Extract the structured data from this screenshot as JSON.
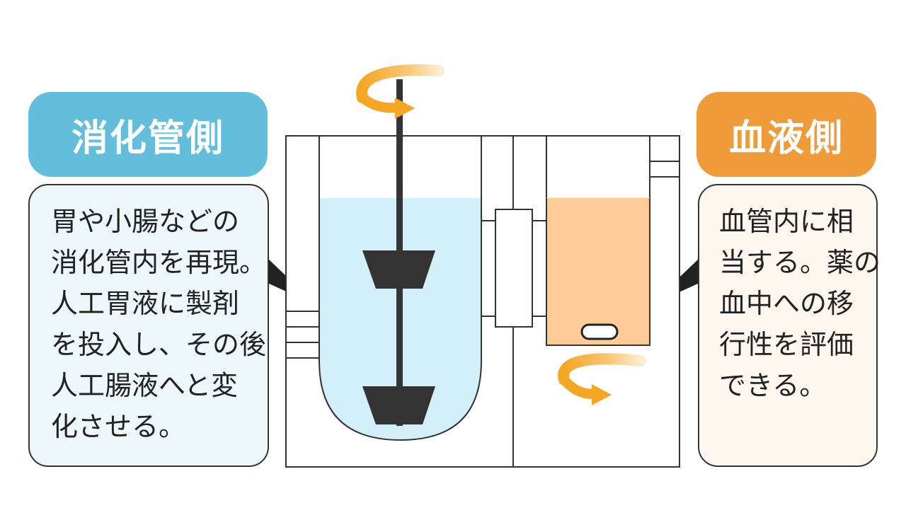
{
  "digestive": {
    "title": "消化管側",
    "lines": [
      "胃や小腸などの",
      "消化管内を再現。",
      "人工胃液に製剤",
      "を投入し、その後",
      "人工腸液へと変",
      "化させる。"
    ]
  },
  "blood": {
    "title": "血液側",
    "lines": [
      "血管内に相",
      "当する。薬の",
      "血中への移",
      "行性を評価",
      "できる。"
    ]
  },
  "colors": {
    "digestive_accent": "#63bedc",
    "blood_accent": "#f09b3a",
    "digestive_fluid": "#d3eff9",
    "blood_fluid": "#fdcb98",
    "rotation_arrow": "#f5a623"
  },
  "icons": [
    "rotation-arrow-icon",
    "stirrer-paddle-icon",
    "stir-bar-icon"
  ]
}
